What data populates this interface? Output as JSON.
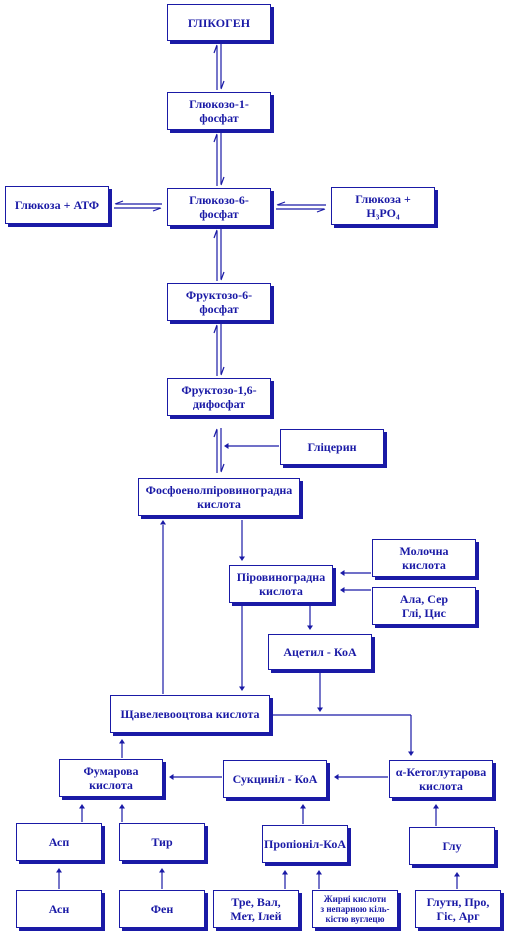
{
  "nodes": {
    "glycogen": "ГЛІКОГЕН",
    "g1p": "Глюкозо-1-\nфосфат",
    "g6p": "Глюкозо-6-\nфосфат",
    "glucose_atp": "Глюкоза + АТФ",
    "glucose_h3po4": "Глюкоза +\nН₃РО₄",
    "f6p": "Фруктозо-6-\nфосфат",
    "f16bp": "Фруктозо-1,6-\nдифосфат",
    "glycerol": "Гліцерин",
    "pep": "Фосфоенолпіровиноградна\nкислота",
    "pyruvate": "Піровиноградна\nкислота",
    "lactate": "Молочна\nкислота",
    "aminoacids_pyr": "Ала, Сер\nГлі, Цис",
    "acetylcoa": "Ацетил - КоА",
    "oxaloacetate": "Щавелевооцтова кислота",
    "fumarate": "Фумарова\nкислота",
    "succinylcoa": "Сукциніл - КоА",
    "akg": "α-Кетоглутарова\nкислота",
    "asp": "Асп",
    "tyr": "Тир",
    "propionylcoa": "Пропіоніл-КоА",
    "glu": "Глу",
    "asn": "Асн",
    "phe": "Фен",
    "aa_propionyl": "Тре, Вал,\nМет, Ілей",
    "fatty_acids": "Жирні кислоти\nз непарною кіль-\nкістю вуглецю",
    "aa_glu": "Глутн, Про,\nГіс, Арг"
  },
  "colors": {
    "accent": "#1a1aa6",
    "background": "#ffffff"
  }
}
